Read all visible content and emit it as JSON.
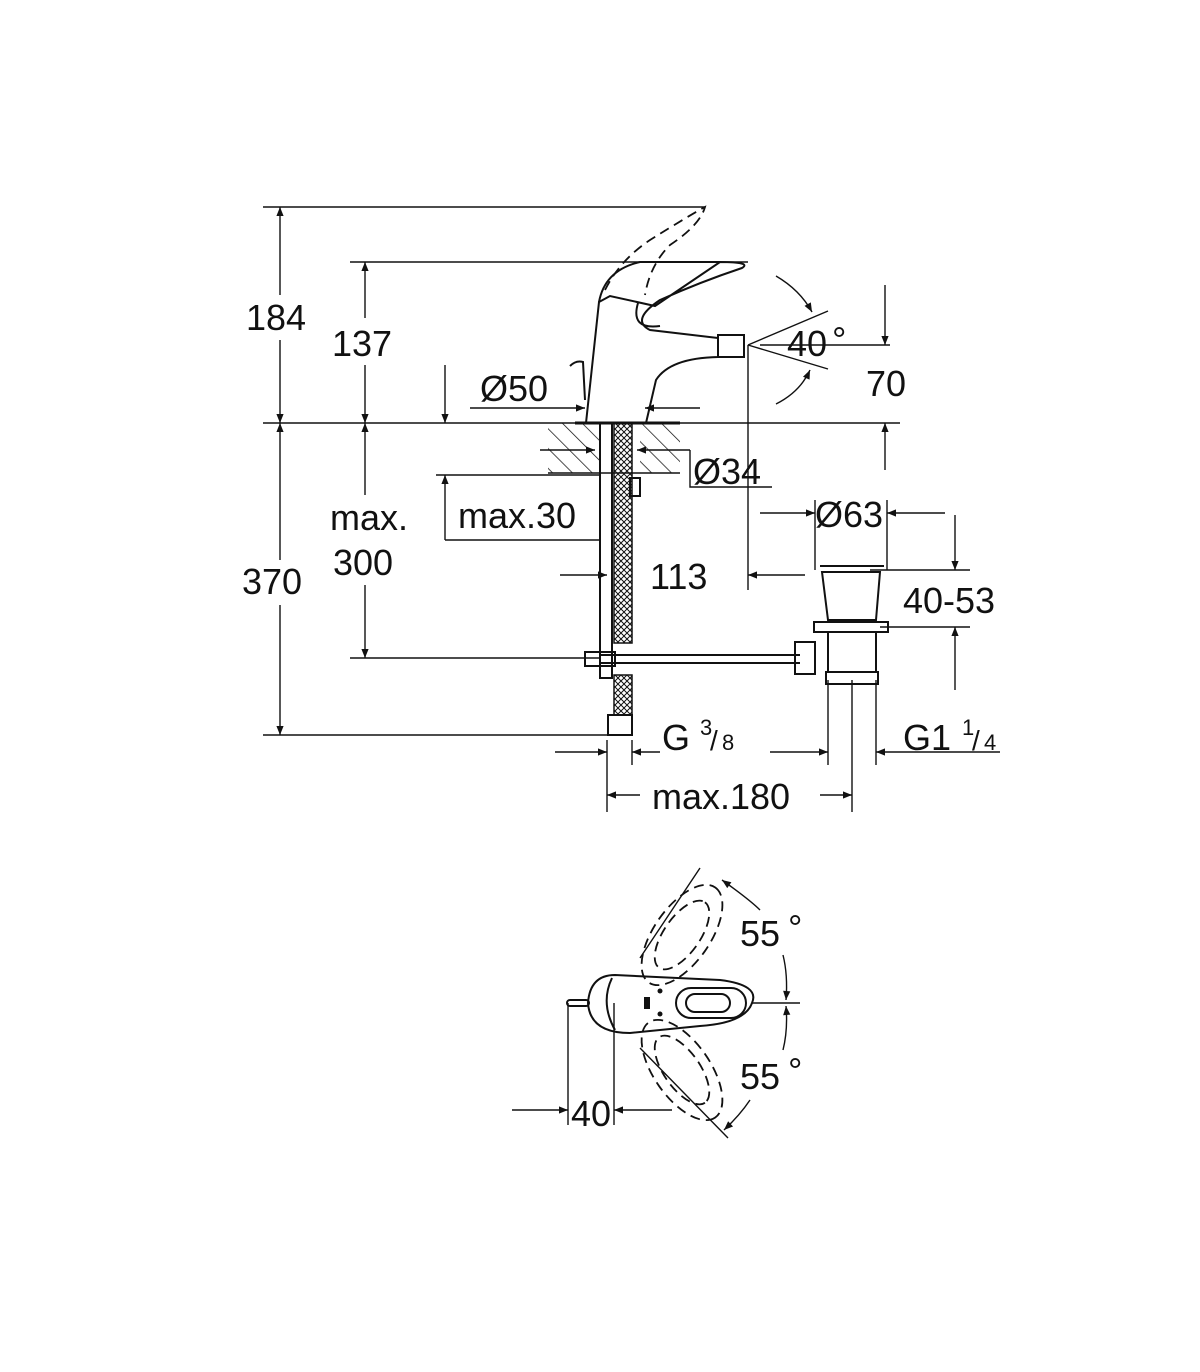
{
  "side_view": {
    "dim_total_height": "184",
    "dim_spout_height": "137",
    "dim_base_diameter": "Ø50",
    "dim_spray_angle": "40",
    "dim_spray_angle_unit": "°",
    "dim_outlet_height": "70",
    "dim_hole_diameter": "Ø34",
    "dim_deck_thickness": "max.30",
    "dim_waste_diameter": "Ø63",
    "dim_below_line1": "max.",
    "dim_below_line2": "300",
    "dim_projection": "113",
    "dim_below_total": "370",
    "dim_waste_range": "40-53",
    "dim_supply_thread": "G",
    "dim_supply_thread_num": "3",
    "dim_supply_thread_den": "8",
    "dim_waste_thread": "G1",
    "dim_waste_thread_num": "1",
    "dim_waste_thread_den": "4",
    "dim_max_distance": "max.180"
  },
  "top_view": {
    "angle_upper": "55",
    "angle_lower": "55",
    "angle_unit": "°",
    "dim_offset": "40"
  }
}
